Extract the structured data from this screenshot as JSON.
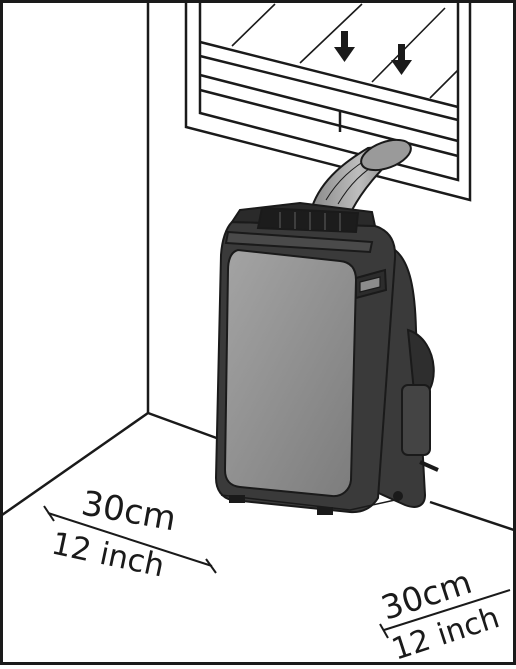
{
  "clearance": {
    "left": {
      "metric": "30cm",
      "imperial": "12 inch"
    },
    "right": {
      "metric": "30cm",
      "imperial": "12 inch"
    }
  },
  "colors": {
    "line": "#1a1a1a",
    "unit_body": "#3a3a3a",
    "unit_front_panel": "#8e8e8e",
    "unit_top": "#2a2a2a",
    "background": "#ffffff"
  },
  "icons": {
    "airflow": "arrow-down-icon"
  }
}
